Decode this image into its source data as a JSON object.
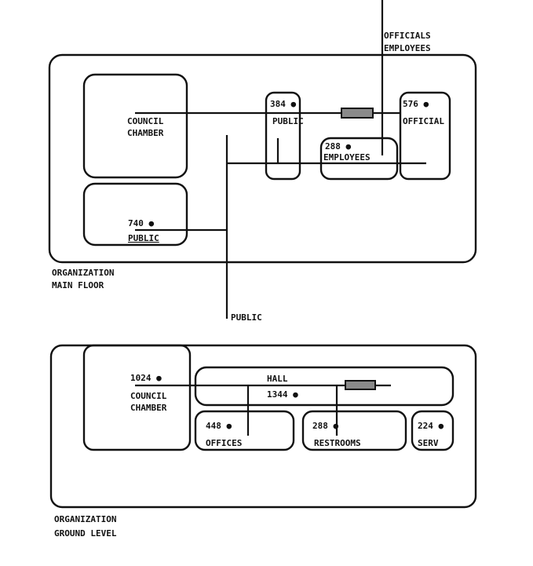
{
  "main_floor": {
    "label_line1": "ORGANIZATION",
    "label_line2": "MAIN FLOOR",
    "council_chamber": {
      "line1": "COUNCIL",
      "line2": "CHAMBER"
    },
    "public_lobby": {
      "area": "740 ●",
      "name": "PUBLIC"
    },
    "public_counter": {
      "area": "384 ●",
      "name": "PUBLIC"
    },
    "employees": {
      "area": "288 ●",
      "name": "EMPLOYEES"
    },
    "official": {
      "area": "576 ●",
      "name": "OFFICIAL"
    },
    "entry_top": {
      "line1": "OFFICIALS",
      "line2": "EMPLOYEES"
    },
    "entry_bottom": "PUBLIC"
  },
  "ground_level": {
    "label_line1": "ORGANIZATION",
    "label_line2": "GROUND LEVEL",
    "council_chamber": {
      "area": "1024 ●",
      "line1": "COUNCIL",
      "line2": "CHAMBER"
    },
    "hall": {
      "name": "HALL",
      "area": "1344 ●"
    },
    "offices": {
      "area": "448 ●",
      "name": "OFFICES"
    },
    "restrooms": {
      "area": "288 ●",
      "name": "RESTROOMS"
    },
    "serv": {
      "area": "224 ●",
      "name": "SERV"
    }
  }
}
